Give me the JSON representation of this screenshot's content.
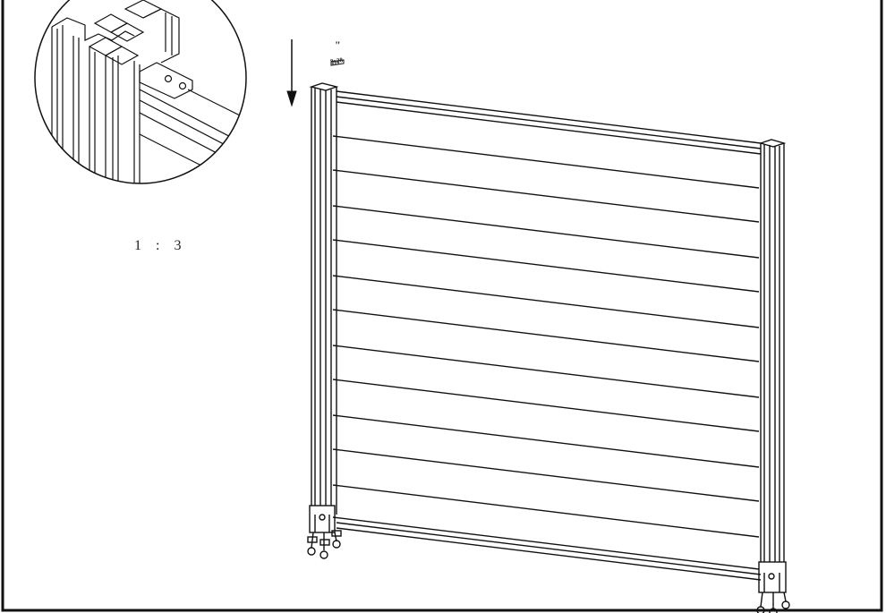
{
  "labels": {
    "scale": "1 : 3",
    "quantity_mark": "\"",
    "part_code": "8x28"
  },
  "diagram": {
    "line_color": "#111111",
    "background": "#ffffff",
    "board_count": 12,
    "icons": [
      "down-arrow-icon",
      "screw-icon",
      "magnified-detail-circle"
    ]
  }
}
